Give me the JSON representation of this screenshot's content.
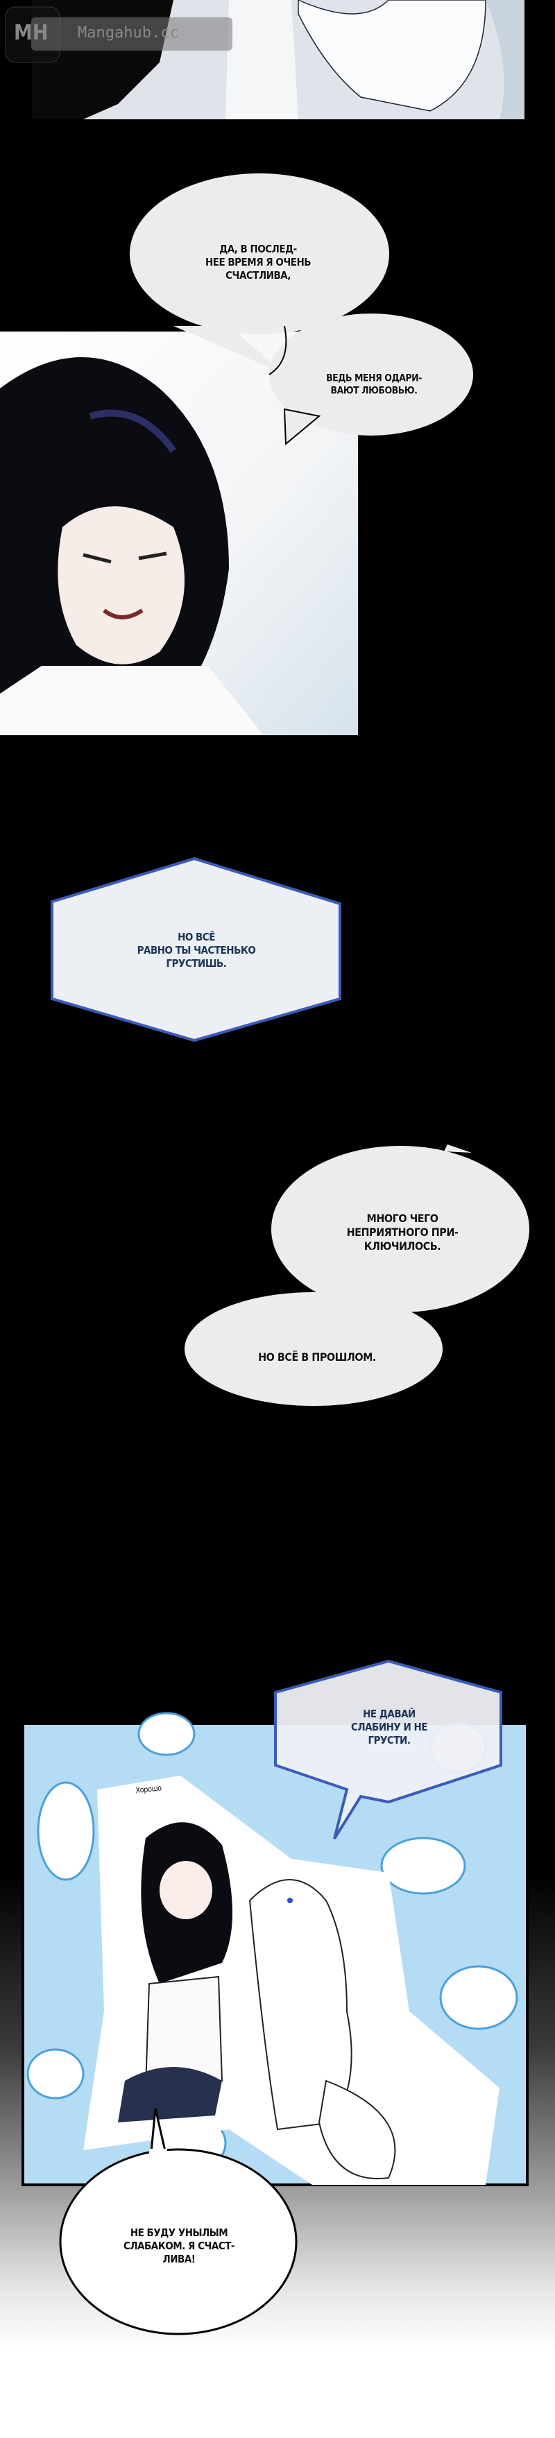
{
  "watermark": {
    "logo": "MH",
    "text": "Mangahub.cc"
  },
  "bubbles": {
    "b1": "Да, в послед-\nнее время я очень\nсчастлива,",
    "b2": "Ведь меня одари-\nвают любовью.",
    "caption1": "Но всё\nравно ты частенько\nгрустишь.",
    "b3": "Много чего\nнеприятного при-\nключилось.",
    "b4": "Но всё в прошлом.",
    "caption2": "Не давай\nслабину и не\nгрусти.",
    "sfx": "Хорошо",
    "b5": "Не буду унылым\nслабаком. Я счаст-\nлива!"
  },
  "colors": {
    "caption_border": "#3a5cb8",
    "caption_text": "#1d3557",
    "panel_blue": "#b5dcf5"
  }
}
